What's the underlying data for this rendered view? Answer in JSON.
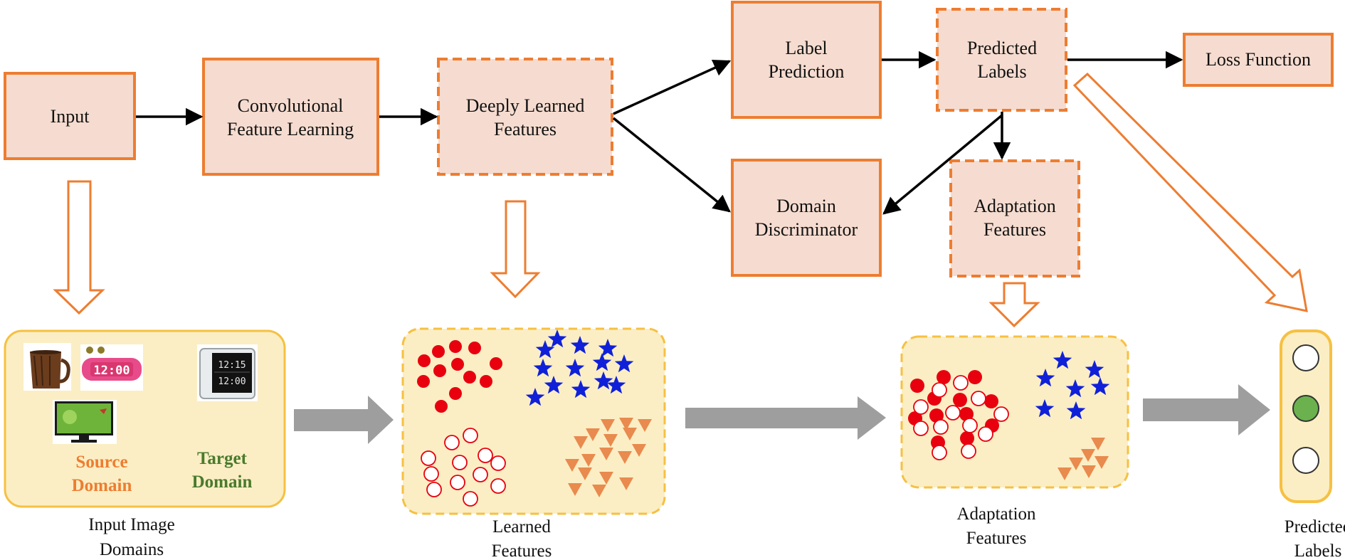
{
  "colors": {
    "box_fill": "#f6dcd0",
    "box_border": "#ed7d31",
    "panel_fill": "#fbeec4",
    "panel_border": "#f6c042",
    "hollow_arrow": "#ed7d31",
    "gray_arrow": "#9e9e9e",
    "red_dot": "#e8000f",
    "star_blue": "#1020d8",
    "triangle_orange": "#e98a4e",
    "source_text": "#ed7d31",
    "target_text": "#4a7a2c",
    "selected_label": "#6bb24f"
  },
  "boxes": {
    "input": "Input",
    "conv": [
      "Convolutional",
      "Feature Learning"
    ],
    "deep": [
      "Deeply Learned",
      "Features"
    ],
    "label_pred": [
      "Label",
      "Prediction"
    ],
    "domain_disc": [
      "Domain",
      "Discriminator"
    ],
    "pred_labels": [
      "Predicted",
      "Labels"
    ],
    "adapt": [
      "Adaptation",
      "Features"
    ],
    "loss": "Loss Function"
  },
  "domains": {
    "source": [
      "Source",
      "Domain"
    ],
    "target": [
      "Target",
      "Domain"
    ]
  },
  "thumbnails": {
    "mug": "mug-photo",
    "pink_clock": "pink-alarm-clock-photo",
    "digital_clock": "digital-clock-photo",
    "monitor": "monitor-photo"
  },
  "pink_clock_time": "12:00",
  "digital_clock_times": [
    "12:15",
    "12:00"
  ],
  "captions": {
    "input_domains": [
      "Input Image",
      "Domains"
    ],
    "learned": [
      "Learned",
      "Features"
    ],
    "adaptation": [
      "Adaptation",
      "Features"
    ],
    "predicted": [
      "Predicted",
      "Labels"
    ]
  },
  "predicted_labels": [
    {
      "state": "unselected"
    },
    {
      "state": "selected"
    },
    {
      "state": "unselected"
    }
  ]
}
